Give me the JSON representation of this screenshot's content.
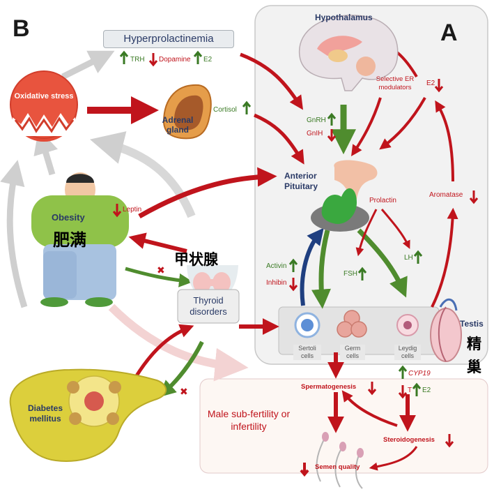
{
  "panels": {
    "left": "B",
    "right": "A"
  },
  "hyperprolactinemia": {
    "title": "Hyperprolactinemia",
    "trh": "TRH",
    "dopamine": "Dopamine",
    "e2": "E2"
  },
  "oxidative_stress": "Oxidative stress",
  "adrenal": {
    "label": "Adrenal gland",
    "cortisol": "Cortisol"
  },
  "obesity": {
    "label": "Obesity",
    "cjk": "肥满",
    "leptin": "Leptin"
  },
  "thyroid": {
    "cjk": "甲状腺",
    "label": "Thyroid disorders"
  },
  "diabetes": "Diabetes mellitus",
  "hypothalamus": {
    "label": "Hypothalamus",
    "serm": "Selective ER modulators",
    "e2": "E2",
    "gnrh": "GnRH",
    "gnih": "GnIH"
  },
  "pituitary": {
    "label": "Anterior Pituitary",
    "prolactin": "Prolactin"
  },
  "aromatase": "Aromatase",
  "hormones": {
    "activin": "Activin",
    "inhibin": "Inhibin",
    "fsh": "FSH",
    "lh": "LH"
  },
  "testis": {
    "label": "Testis",
    "cjk1": "精",
    "cjk2": "巢",
    "cells": {
      "sertoli": "Sertoli cells",
      "germ": "Germ cells",
      "leydig": "Leydig cells"
    }
  },
  "outcomes": {
    "spermatogenesis": "Spermatogenesis",
    "cyp19": "CYP19",
    "t": "T",
    "e2": "E2",
    "infertility": "Male sub-fertility or infertility",
    "steroidogenesis": "Steroidogenesis",
    "semen": "Semen quality"
  },
  "colors": {
    "red_arrow": "#c0141c",
    "green_arrow": "#4f8c2e",
    "blue_arrow": "#1f3f80",
    "gray_arrow": "#c8c8c8",
    "panel_bg": "#f2f2f2",
    "cells_bg": "#e3e3e3",
    "bottom_bg": "#fdf7f3"
  }
}
